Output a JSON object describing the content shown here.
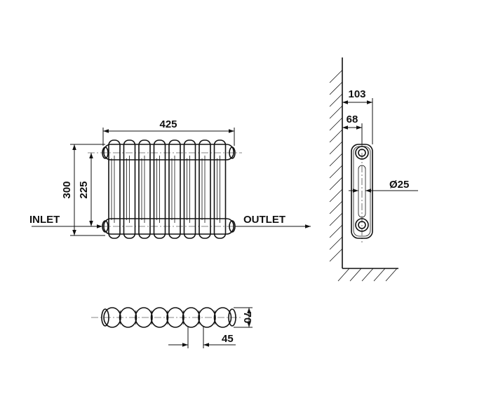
{
  "front_view": {
    "width_dim": "425",
    "height_dim": "300",
    "centers_dim": "225",
    "inlet_label": "INLET",
    "outlet_label": "OUTLET"
  },
  "side_view": {
    "depth_dim": "103",
    "wall_offset_dim": "68",
    "pipe_dim": "Ø25"
  },
  "top_view": {
    "depth_dim": "70",
    "section_pitch_dim": "45"
  },
  "colors": {
    "line": "#111111",
    "background": "#ffffff"
  }
}
